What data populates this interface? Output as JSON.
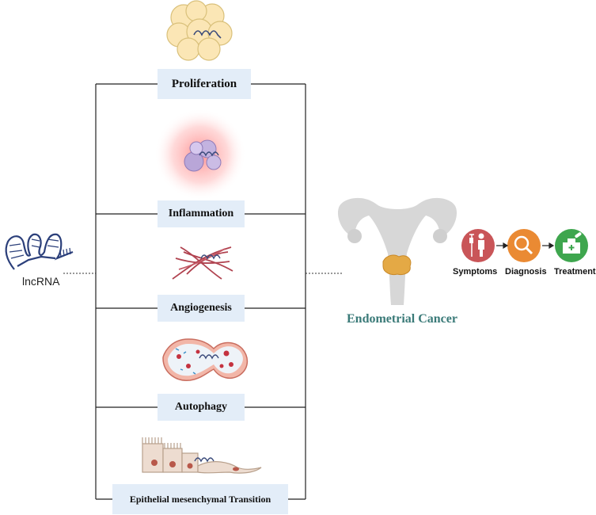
{
  "lncrna_label": "lncRNA",
  "processes": [
    {
      "label": "Proliferation"
    },
    {
      "label": "Inflammation"
    },
    {
      "label": "Angiogenesis"
    },
    {
      "label": "Autophagy"
    },
    {
      "label": "Epithelial mesenchymal Transition"
    }
  ],
  "disease_label": "Endometrial Cancer",
  "pathway": [
    {
      "label": "Symptoms",
      "color": "#c95558"
    },
    {
      "label": "Diagnosis",
      "color": "#ea8a33"
    },
    {
      "label": "Treatment",
      "color": "#3ea64e"
    }
  ]
}
